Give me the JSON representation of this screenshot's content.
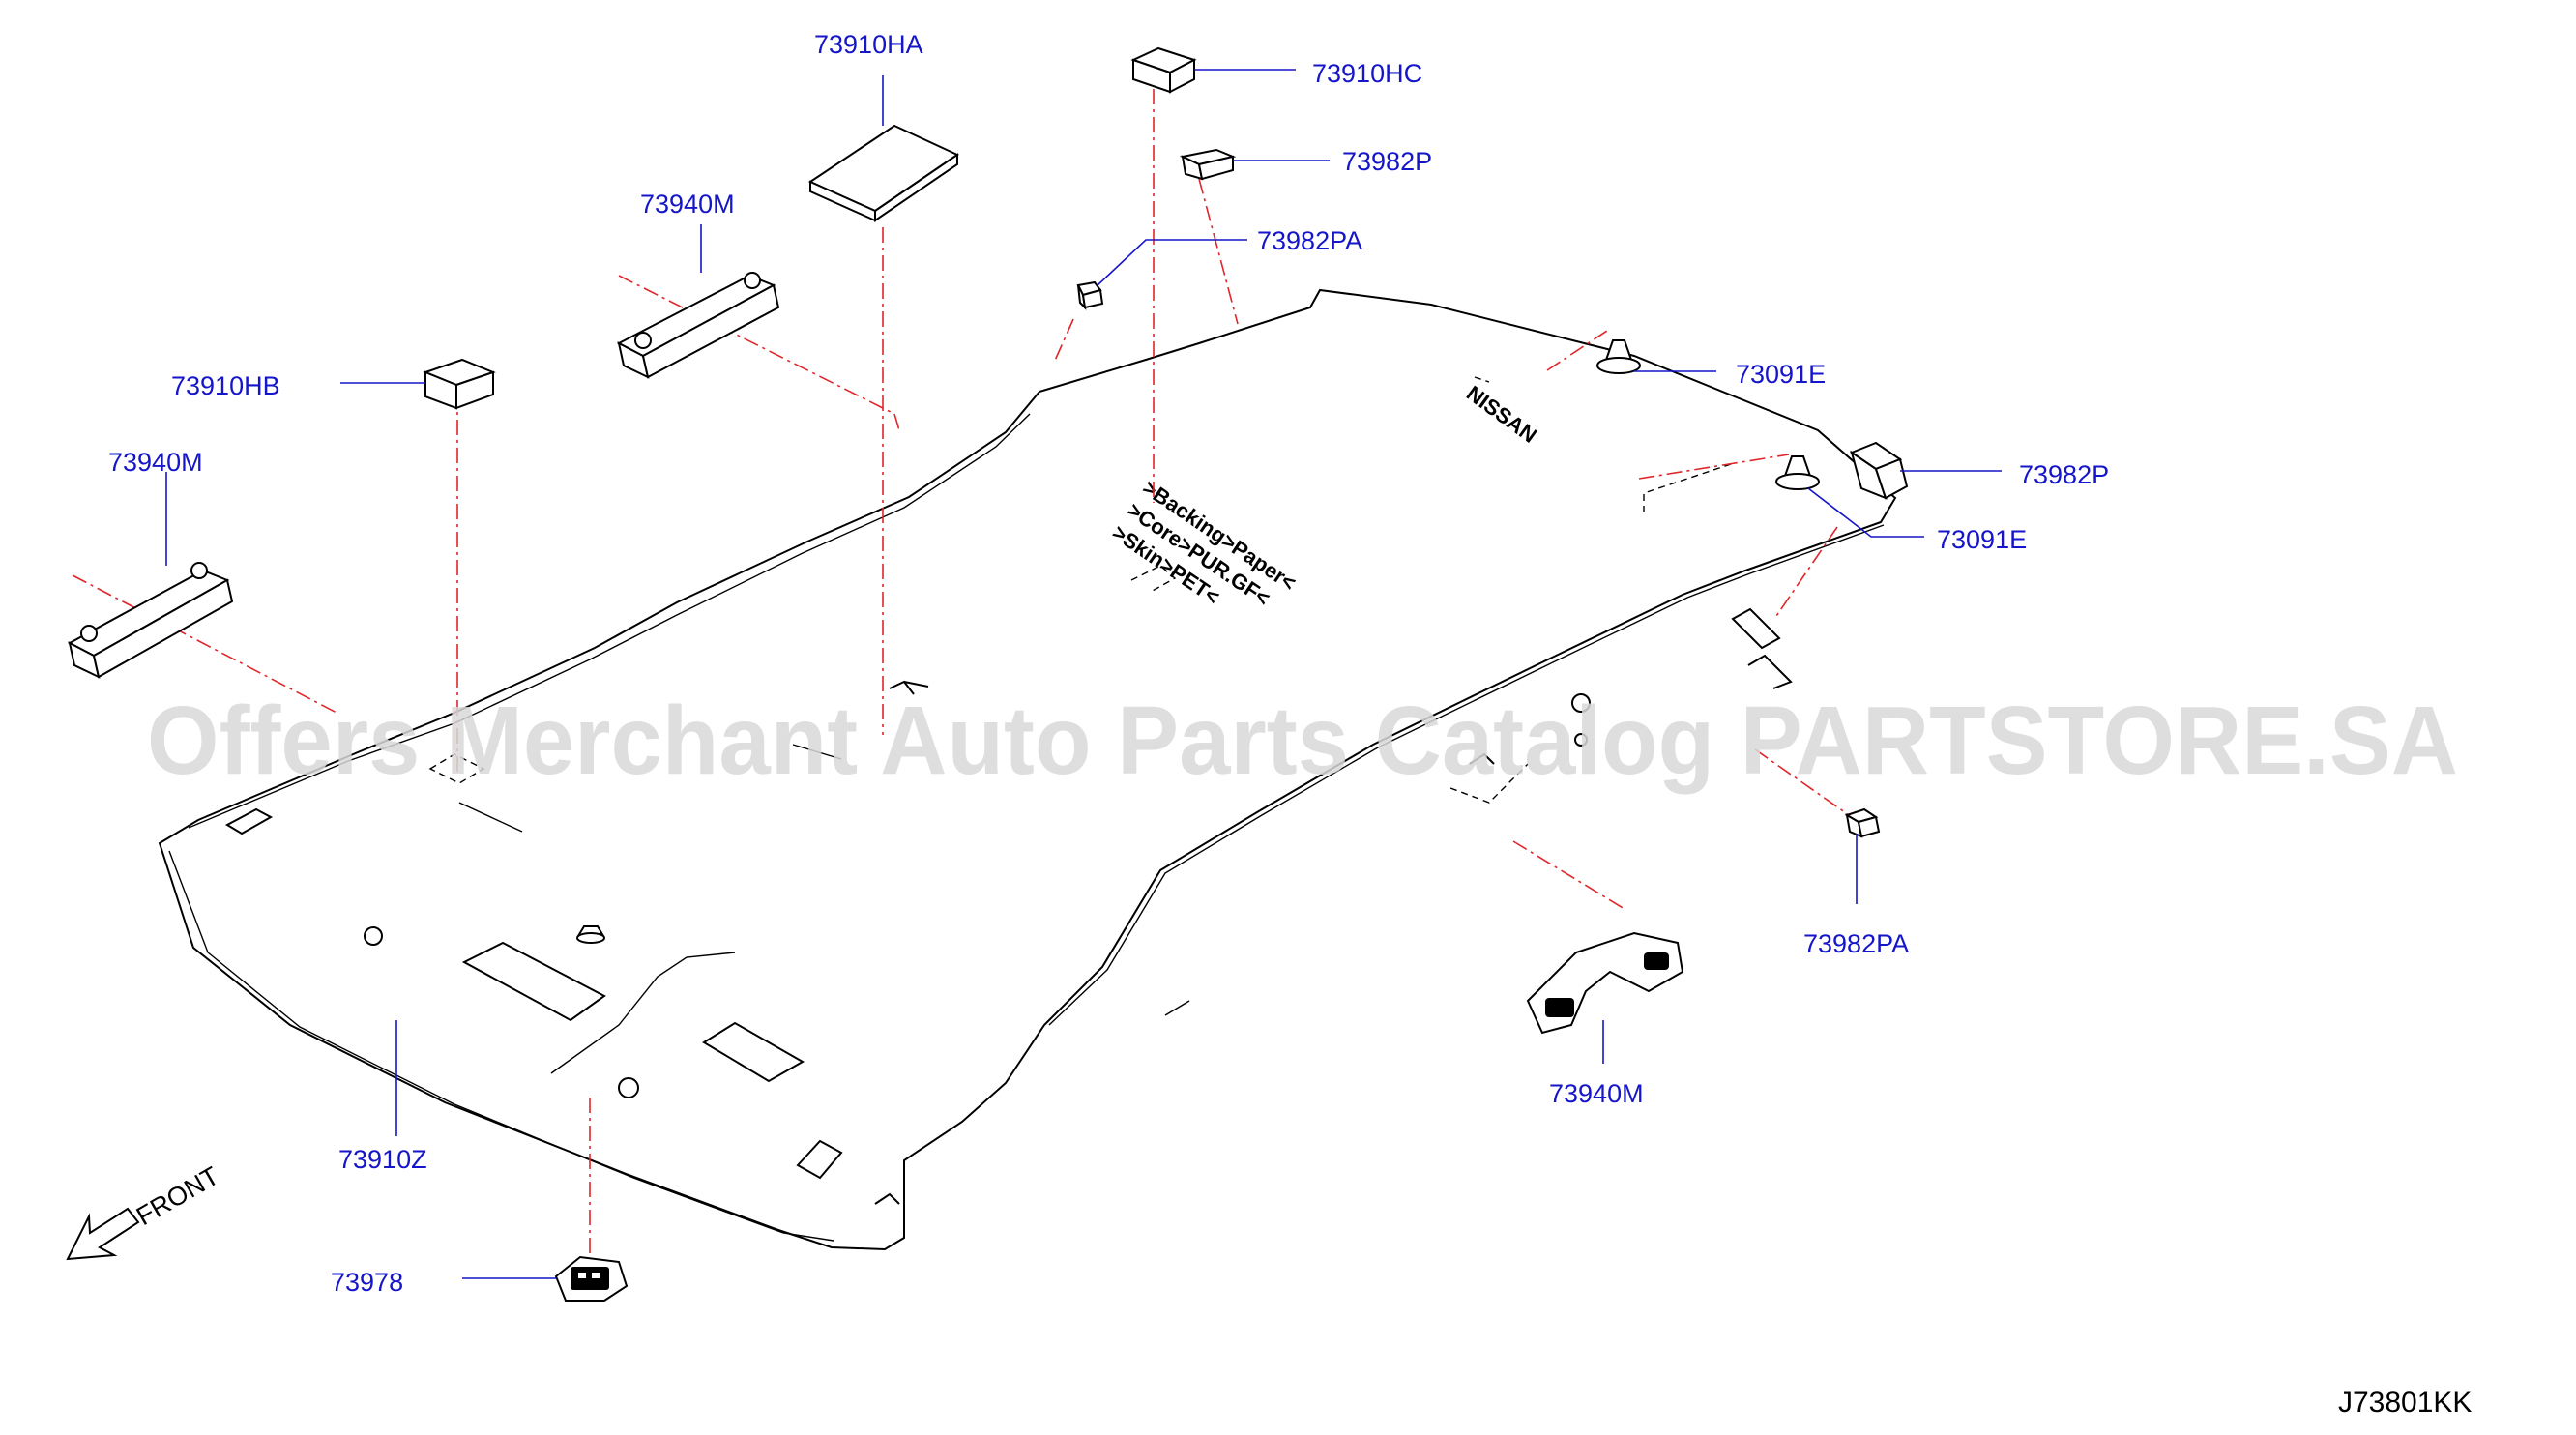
{
  "diagram": {
    "part_labels": [
      {
        "id": "73910HA",
        "text": "73910HA"
      },
      {
        "id": "73910HC",
        "text": "73910HC"
      },
      {
        "id": "73982P-top",
        "text": "73982P"
      },
      {
        "id": "73982PA-top",
        "text": "73982PA"
      },
      {
        "id": "73940M-upper",
        "text": "73940M"
      },
      {
        "id": "73910HB",
        "text": "73910HB"
      },
      {
        "id": "73940M-left",
        "text": "73940M"
      },
      {
        "id": "73091E-upper",
        "text": "73091E"
      },
      {
        "id": "73982P-right",
        "text": "73982P"
      },
      {
        "id": "73091E-lower",
        "text": "73091E"
      },
      {
        "id": "73982PA-right",
        "text": "73982PA"
      },
      {
        "id": "73940M-lower",
        "text": "73940M"
      },
      {
        "id": "73910Z",
        "text": "73910Z"
      },
      {
        "id": "73978",
        "text": "73978"
      }
    ],
    "material_notes": [
      ">Backing>Paper<",
      ">Core>PUR.GF<",
      ">Skin>PET<"
    ],
    "emblem_text": "NISSAN",
    "front_label": "FRONT",
    "drawing_code": "J73801KK",
    "watermark": "Offers Merchant Auto Parts Catalog PARTSTORE.SA",
    "colors": {
      "label_blue": "#1515c9",
      "center_line_red": "#e0262a",
      "outline_black": "#000000",
      "watermark_gray": "#d8d8d8"
    }
  }
}
